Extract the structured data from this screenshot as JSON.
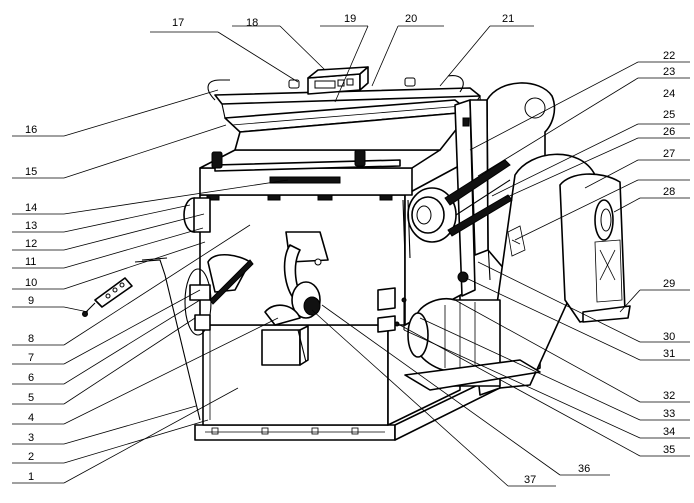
{
  "labels": [
    "1",
    "2",
    "3",
    "4",
    "5",
    "6",
    "7",
    "8",
    "9",
    "10",
    "11",
    "12",
    "13",
    "14",
    "15",
    "16",
    "17",
    "18",
    "19",
    "20",
    "21",
    "22",
    "23",
    "24",
    "25",
    "26",
    "27",
    "28",
    "29",
    "30",
    "31",
    "32",
    "33",
    "34",
    "35",
    "36",
    "37"
  ],
  "colors": {
    "line": "#000000",
    "shade": "#b9b9b9",
    "dark": "#111111",
    "paper": "#ffffff"
  }
}
